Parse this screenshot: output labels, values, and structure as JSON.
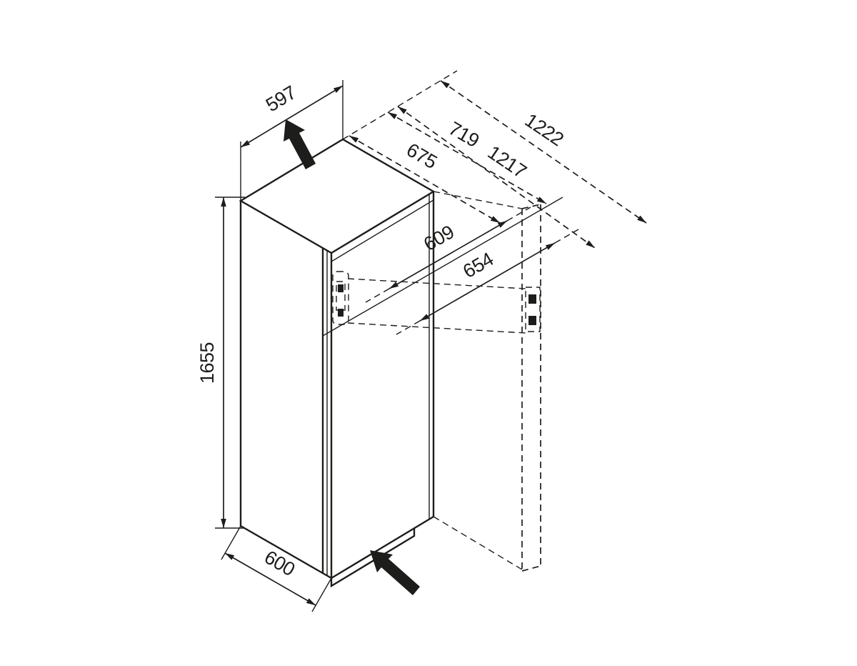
{
  "diagram": {
    "background": "#ffffff",
    "ink": "#1d1d1b",
    "subject": "upright-appliance-isometric-dimension-drawing",
    "labels": {
      "width_top": "597",
      "door_open_depth_a": "675",
      "door_open_depth_b": "719",
      "swing_radius_a": "1217",
      "swing_radius_b": "1222",
      "depth_without_door": "609",
      "depth_with_door": "654",
      "height": "1655",
      "depth_side": "600"
    }
  }
}
